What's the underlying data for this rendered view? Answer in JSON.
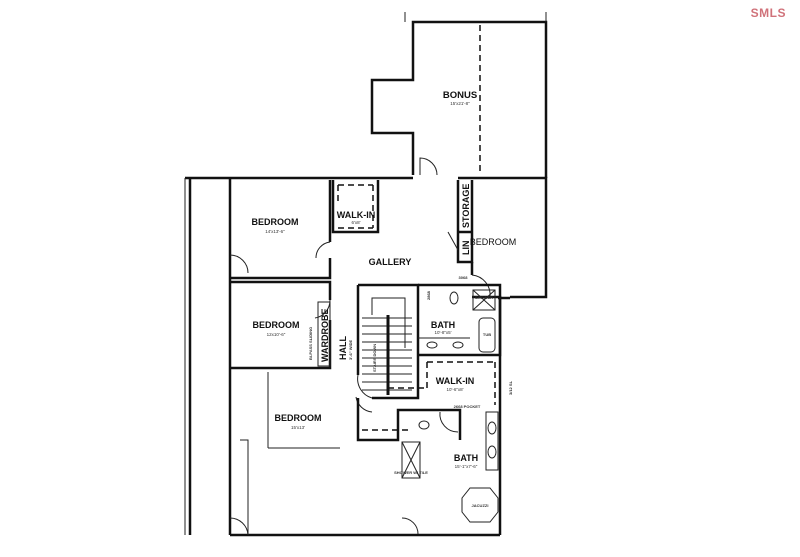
{
  "watermark": "SMLS",
  "rooms": {
    "bonus": {
      "label": "BONUS",
      "dims": "15'x21'-8\""
    },
    "bedroom_nw": {
      "label": "BEDROOM",
      "dims": "14'x13'-6\""
    },
    "walkin_n": {
      "label": "WALK-IN",
      "dims": "6'x8'"
    },
    "gallery": {
      "label": "GALLERY"
    },
    "storage": {
      "label": "STORAGE"
    },
    "linen": {
      "label": "LIN"
    },
    "bedroom_e": {
      "label": "BEDROOM"
    },
    "bedroom_w": {
      "label": "BEDROOM",
      "dims": "12x10'-6\""
    },
    "wardrobe": {
      "label": "WARDROBE"
    },
    "wardrobe_note": "BI-PASS SLIDING",
    "hall": {
      "label": "HALL",
      "dims": "3'-6\" WIDE"
    },
    "stair": {
      "label": "STAIRS DOWN"
    },
    "bath_hall": {
      "label": "BATH",
      "dims": "10'-8\"x5'"
    },
    "shower": {
      "label": "SHOWER"
    },
    "tub": {
      "label": "TUB"
    },
    "door_note_1": "3068",
    "door_note_2": "2868",
    "walkin_master": {
      "label": "WALK-IN",
      "dims": "10'-6\"x8'"
    },
    "pocket": "2668 POCKET",
    "bedroom_sw": {
      "label": "BEDROOM",
      "dims": "15'x13'"
    },
    "bath_master": {
      "label": "BATH",
      "dims": "15'-1\"x7'-6\""
    },
    "shower_master": {
      "label": "SHOWER W/ TILE"
    },
    "jacuzzi": {
      "label": "JACUZZI"
    },
    "ceiling_note": "3/12 SL"
  }
}
